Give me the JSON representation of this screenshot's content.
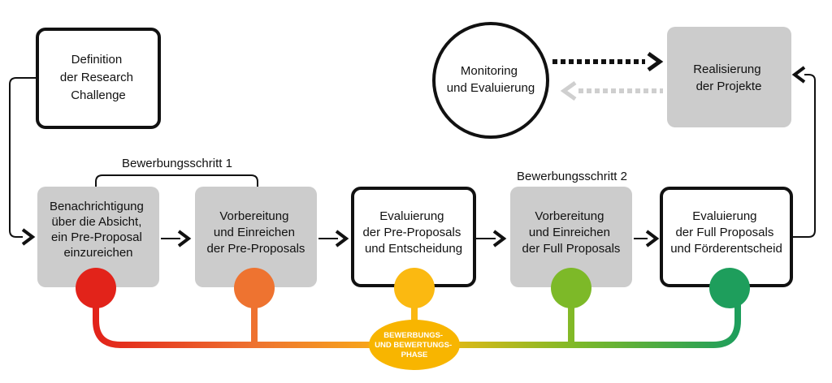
{
  "nodes": {
    "definition": {
      "lines": [
        "Definition",
        "der Research",
        "Challenge"
      ]
    },
    "benachrichtigung": {
      "lines": [
        "Benachrichtigung",
        "über die Absicht,",
        "ein Pre-Proposal",
        "einzureichen"
      ]
    },
    "vorbereitung_pre": {
      "lines": [
        "Vorbereitung",
        "und Einreichen",
        "der Pre-Proposals"
      ]
    },
    "evaluierung_pre": {
      "lines": [
        "Evaluierung",
        "der Pre-Proposals",
        "und Entscheidung"
      ]
    },
    "vorbereitung_full": {
      "lines": [
        "Vorbereitung",
        "und Einreichen",
        "der Full Proposals"
      ]
    },
    "evaluierung_full": {
      "lines": [
        "Evaluierung",
        "der Full Proposals",
        "und Förderentscheid"
      ]
    },
    "realisierung": {
      "lines": [
        "Realisierung",
        "der Projekte"
      ]
    },
    "monitoring": {
      "lines": [
        "Monitoring",
        "und Evaluierung"
      ]
    }
  },
  "labels": {
    "schritt1": "Bewerbungsschritt 1",
    "schritt2": "Bewerbungsschritt 2"
  },
  "phase_badge": {
    "lines": [
      "BEWERBUNGS-",
      "UND BEWERTUNGS-",
      "PHASE"
    ]
  },
  "colors": {
    "grey_box": "#cccccc",
    "dot_red": "#e2231a",
    "dot_orange": "#ee7330",
    "dot_yellow": "#fbb911",
    "dot_green": "#7db928",
    "dot_dark_green": "#1e9e5c",
    "badge": "#f8b500",
    "dotted_black": "#111111",
    "dotted_grey": "#cfcfcf"
  }
}
